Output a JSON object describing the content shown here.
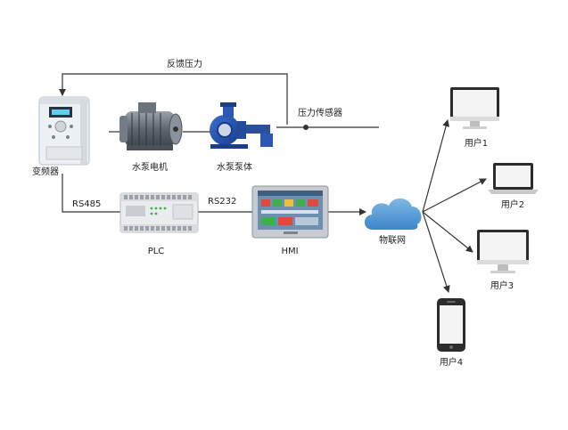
{
  "labels": {
    "feedback_pressure": "反馈压力",
    "pressure_sensor": "压力传感器",
    "inverter": "变频器",
    "pump_motor": "水泵电机",
    "pump_body": "水泵泵体",
    "rs485": "RS485",
    "rs232": "RS232",
    "plc": "PLC",
    "hmi": "HMI",
    "iot": "物联网",
    "user1": "用户1",
    "user2": "用户2",
    "user3": "用户3",
    "user4": "用户4"
  },
  "icons": {
    "inverter": "variable-frequency-drive-icon",
    "motor": "electric-motor-icon",
    "pump": "centrifugal-pump-icon",
    "plc": "plc-controller-icon",
    "hmi": "hmi-touchscreen-icon",
    "cloud": "cloud-icon",
    "monitor": "desktop-monitor-icon",
    "laptop": "laptop-icon",
    "phone": "smartphone-icon"
  },
  "colors": {
    "line": "#333333",
    "pump_blue": "#1f4fa8",
    "cloud_blue": "#4d9ad6",
    "device_grey": "#d8dce0"
  }
}
